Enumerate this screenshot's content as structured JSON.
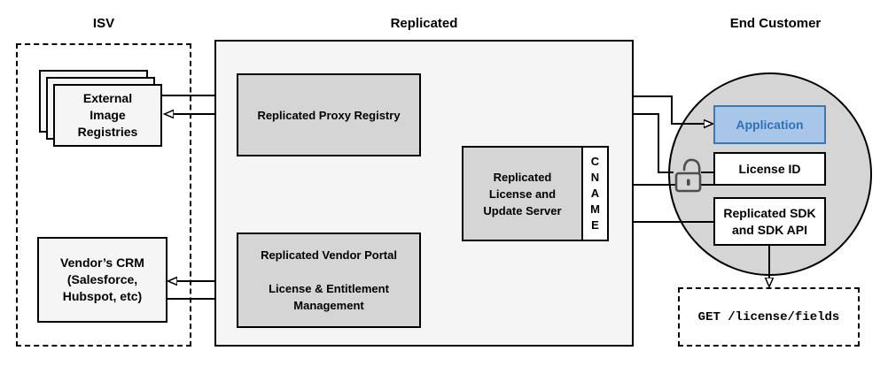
{
  "diagram": {
    "title": "Replicated licensing architecture diagram",
    "sections": {
      "isv": "ISV",
      "replicated": "Replicated",
      "end_customer": "End Customer"
    },
    "nodes": {
      "external_image_registries": "External\nImage\nRegistries",
      "replicated_proxy_registry": "Replicated Proxy Registry",
      "license_update_server": "Replicated\nLicense and\nUpdate Server",
      "cname": "C\nN\nA\nM\nE",
      "vendor_portal": "Replicated Vendor Portal\n\nLicense & Entitlement\nManagement",
      "vendors_crm": "Vendor’s CRM\n(Salesforce,\nHubspot, etc)",
      "application": "Application",
      "license_id": "License ID",
      "replicated_sdk": "Replicated SDK\nand SDK API",
      "get_request": "GET /license/fields"
    },
    "icons": {
      "unlock": "open-padlock-icon"
    },
    "colors": {
      "container_fill": "#f5f5f5",
      "node_fill": "#d5d5d5",
      "light_node_fill": "#f5f5f5",
      "circle_fill": "#d5d5d5",
      "application_fill": "#a8c6e8",
      "application_border": "#3d77b5",
      "application_text": "#2d72b8",
      "connector": "#000000",
      "lock_icon": "#4d4d4d"
    }
  }
}
